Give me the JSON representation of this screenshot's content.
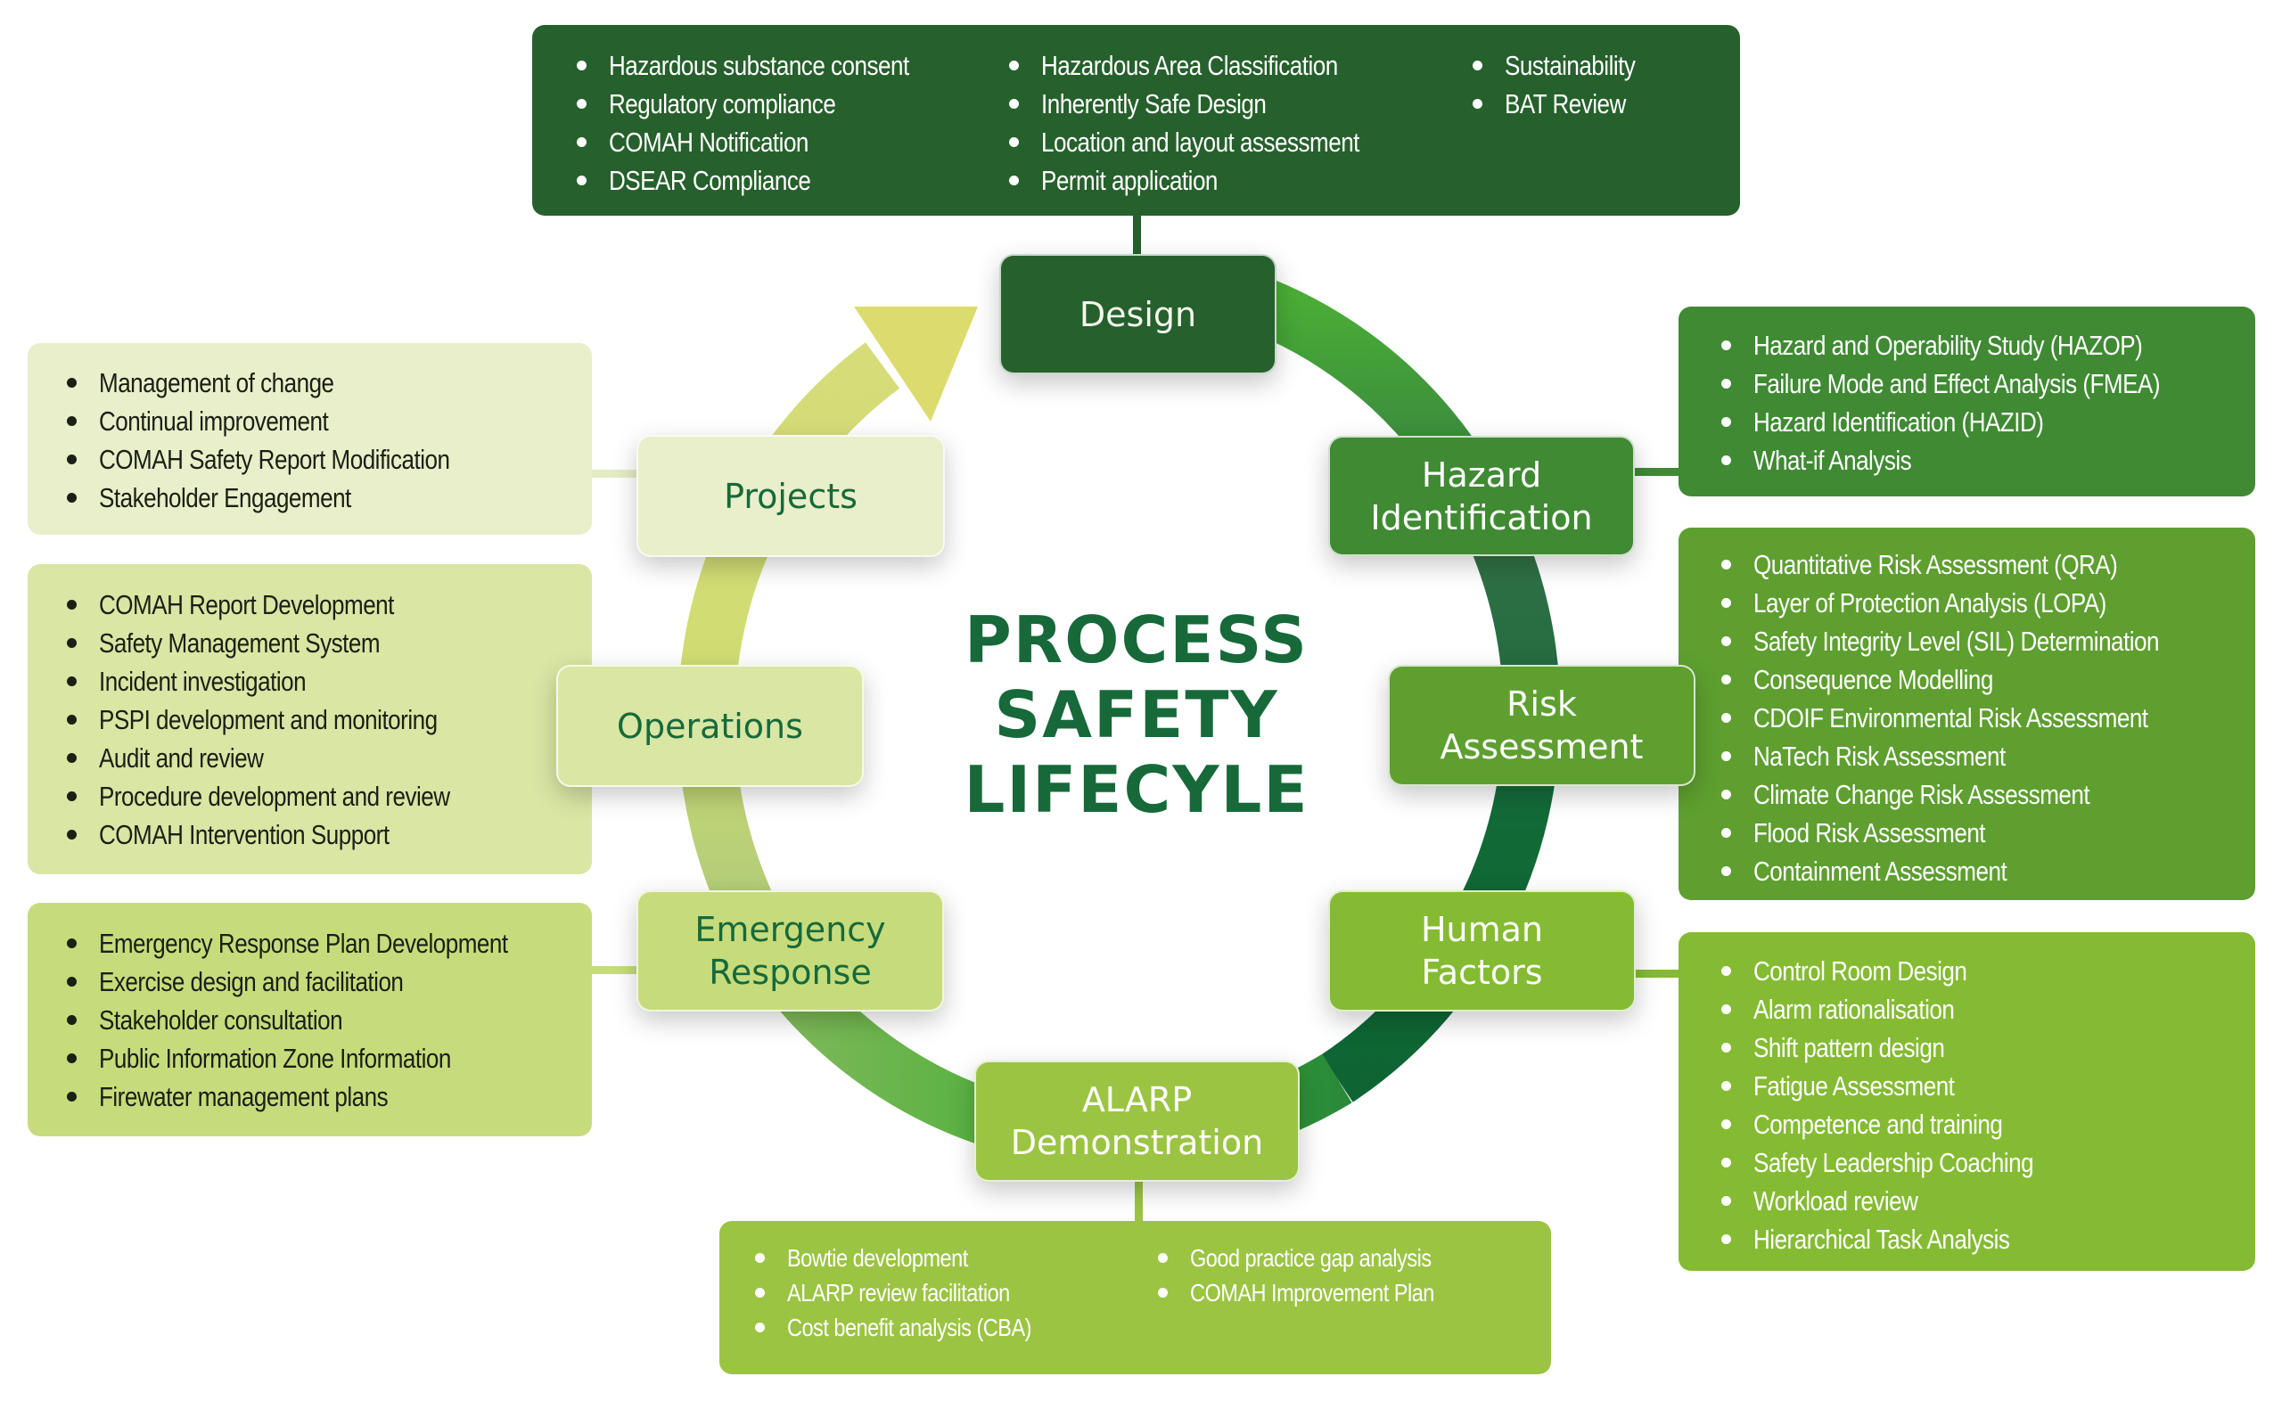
{
  "title": {
    "lines": [
      "PROCESS",
      "SAFETY",
      "LIFECYLE"
    ]
  },
  "colors": {
    "title": "#17693a",
    "design": "#26602c",
    "hazard": "#3f8a33",
    "risk": "#5e9f30",
    "human": "#84bb33",
    "alarp": "#9bc443",
    "emergency": "#c6dc7c",
    "operations": "#d9e6a4",
    "projects": "#e8efca",
    "arrow_head": "#dcdc6e"
  },
  "stages": {
    "design": {
      "lines": [
        "Design"
      ]
    },
    "hazard": {
      "lines": [
        "Hazard",
        "Identification"
      ]
    },
    "risk": {
      "lines": [
        "Risk",
        "Assessment"
      ]
    },
    "human": {
      "lines": [
        "Human",
        "Factors"
      ]
    },
    "alarp": {
      "lines": [
        "ALARP",
        "Demonstration"
      ]
    },
    "emergency": {
      "lines": [
        "Emergency",
        "Response"
      ]
    },
    "operations": {
      "lines": [
        "Operations"
      ]
    },
    "projects": {
      "lines": [
        "Projects"
      ]
    }
  },
  "panels": {
    "design": {
      "columns": [
        [
          "Hazardous substance consent",
          "Regulatory compliance",
          "COMAH Notification",
          "DSEAR Compliance"
        ],
        [
          "Hazardous Area Classification",
          "Inherently Safe Design",
          "Location and layout assessment",
          "Permit application"
        ],
        [
          "Sustainability",
          "BAT Review"
        ]
      ]
    },
    "hazard": {
      "items": [
        "Hazard and Operability Study (HAZOP)",
        "Failure Mode and Effect Analysis (FMEA)",
        "Hazard Identification (HAZID)",
        "What-if Analysis"
      ]
    },
    "risk": {
      "items": [
        "Quantitative Risk Assessment (QRA)",
        "Layer of Protection Analysis (LOPA)",
        "Safety Integrity Level (SIL) Determination",
        "Consequence Modelling",
        "CDOIF Environmental Risk Assessment",
        "NaTech Risk Assessment",
        "Climate Change Risk Assessment",
        "Flood Risk Assessment",
        "Containment Assessment"
      ]
    },
    "human": {
      "items": [
        "Control Room Design",
        "Alarm rationalisation",
        "Shift pattern design",
        "Fatigue Assessment",
        "Competence and training",
        "Safety Leadership Coaching",
        "Workload review",
        "Hierarchical Task Analysis"
      ]
    },
    "alarp": {
      "columns": [
        [
          "Bowtie development",
          "ALARP review facilitation",
          "Cost benefit analysis (CBA)"
        ],
        [
          "Good practice gap analysis",
          "COMAH Improvement Plan"
        ]
      ]
    },
    "emergency": {
      "items": [
        "Emergency Response Plan Development",
        "Exercise design and facilitation",
        "Stakeholder consultation",
        "Public Information Zone Information",
        "Firewater management plans"
      ]
    },
    "operations": {
      "items": [
        "COMAH Report Development",
        "Safety Management System",
        "Incident investigation",
        "PSPI development and monitoring",
        "Audit and review",
        "Procedure development and review",
        "COMAH Intervention Support"
      ]
    },
    "projects": {
      "items": [
        "Management of change",
        "Continual improvement",
        "COMAH Safety Report Modification",
        "Stakeholder Engagement"
      ]
    }
  }
}
